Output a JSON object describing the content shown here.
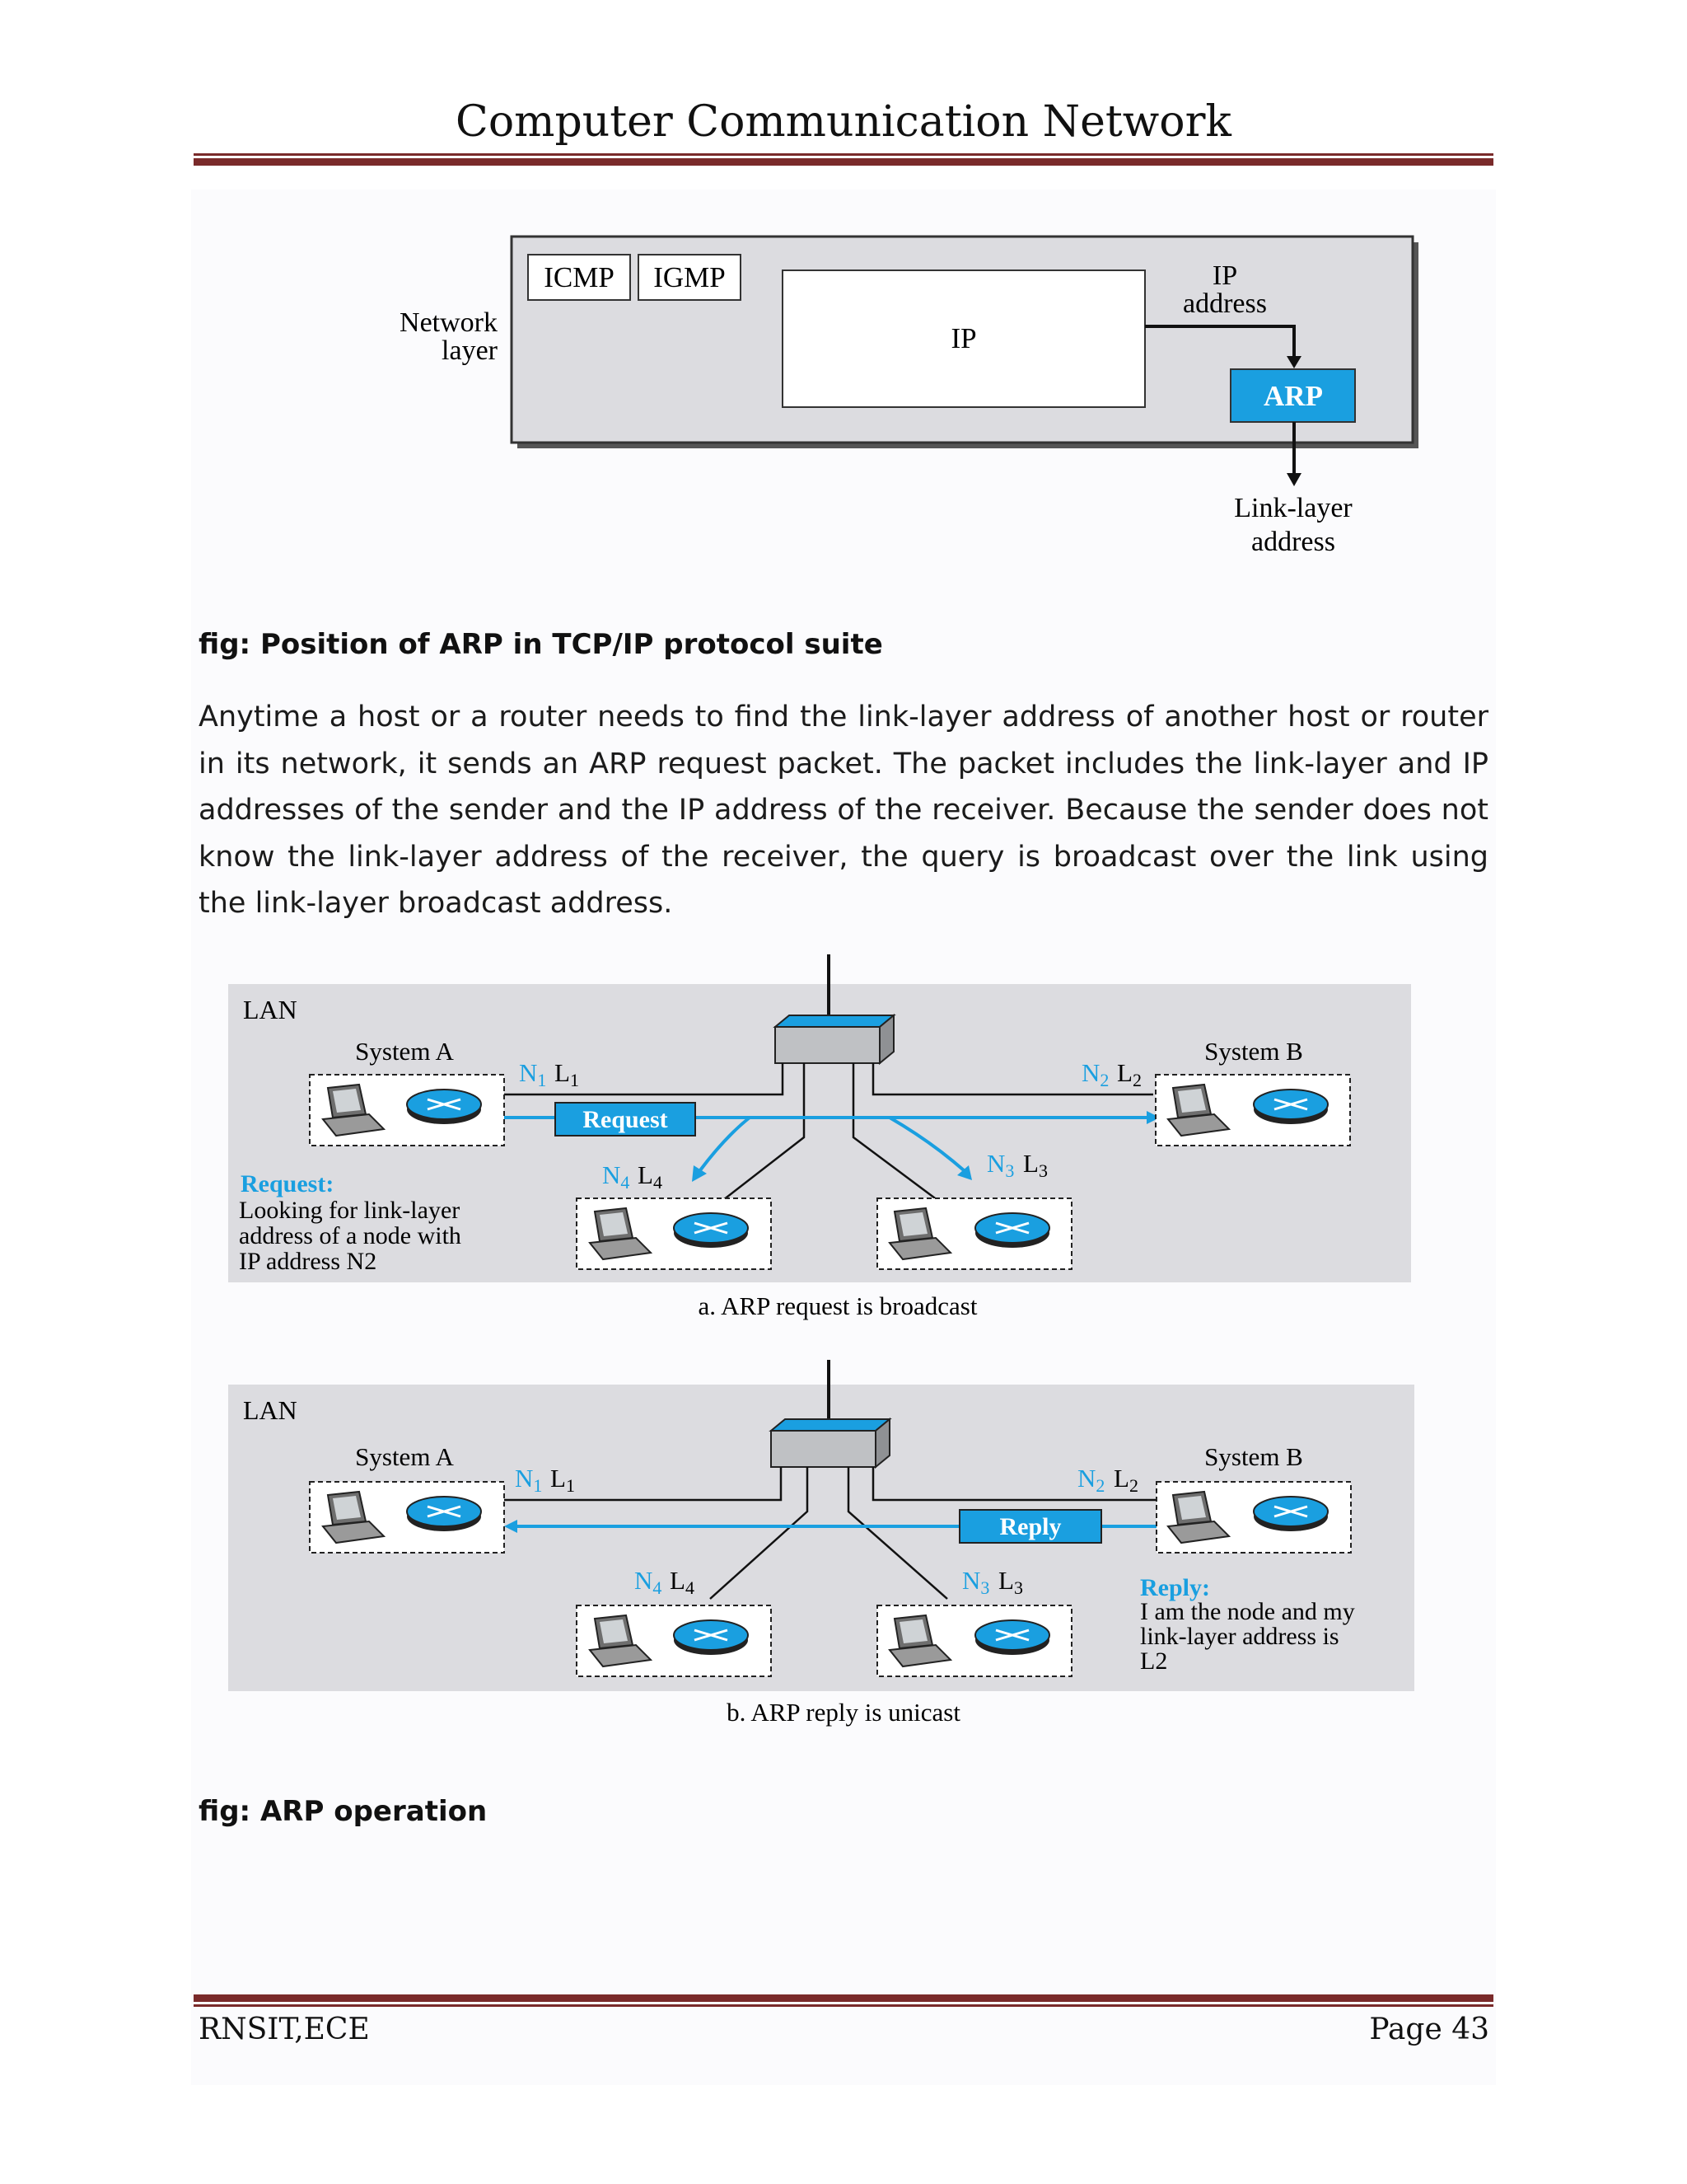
{
  "header": {
    "title": "Computer Communication Network"
  },
  "figure1": {
    "network_layer_label": [
      "Network",
      "layer"
    ],
    "icmp": "ICMP",
    "igmp": "IGMP",
    "ip": "IP",
    "ip_address_label": [
      "IP",
      "address"
    ],
    "arp": "ARP",
    "link_layer_address_label": [
      "Link-layer",
      "address"
    ],
    "caption": "fig: Position of ARP in TCP/IP protocol suite"
  },
  "paragraph": "Anytime a host or a router needs to find the link-layer address of another host or router in its network, it sends an ARP request packet. The packet includes the link-layer and IP addresses of the sender and the IP address of the receiver. Because the sender does not know the link-layer address of the receiver, the query is broadcast over the link using the link-layer broadcast address.",
  "figure2": {
    "panel_a": {
      "lan": "LAN",
      "system_a": "System A",
      "system_b": "System B",
      "request_label": "Request",
      "request_note_title": "Request:",
      "request_note_lines": [
        "Looking for link-layer",
        "address of a node with",
        "IP address N2"
      ],
      "caption": "a. ARP request is broadcast"
    },
    "panel_b": {
      "lan": "LAN",
      "system_a": "System A",
      "system_b": "System B",
      "reply_label": "Reply",
      "reply_note_title": "Reply:",
      "reply_note_lines": [
        "I am the node and my",
        "link-layer address is",
        "L2"
      ],
      "caption": "b. ARP reply is unicast"
    },
    "caption": "fig: ARP operation"
  },
  "footer": {
    "left": "RNSIT,ECE",
    "right": "Page 43"
  },
  "colors": {
    "accent": "#1a9fe0",
    "rule": "#7a2a2a",
    "panel": "#dcdce0"
  }
}
